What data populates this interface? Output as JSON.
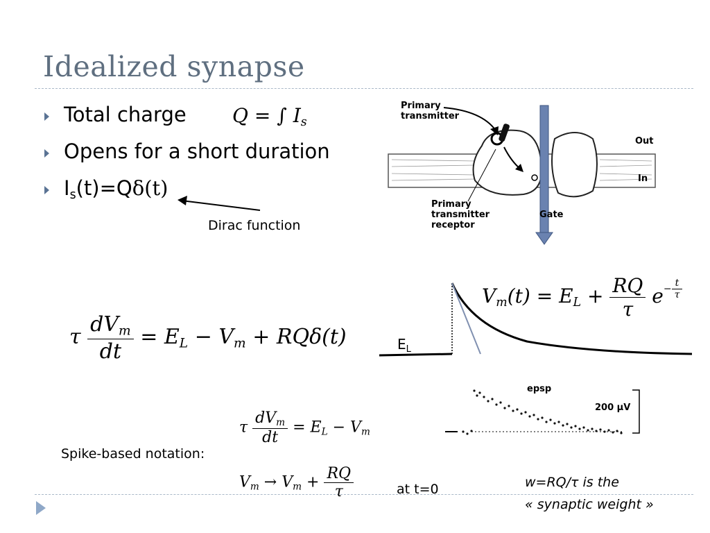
{
  "slide": {
    "title": "Idealized synapse",
    "bullets": [
      {
        "text": "Total charge"
      },
      {
        "text": "Opens for a short duration"
      },
      {
        "text_a": "I",
        "text_sub": "s",
        "text_b": "(t)=Q",
        "delta": "δ(t)"
      }
    ],
    "eq_charge": {
      "lhs": "Q = ∫ I",
      "sub": "s"
    },
    "dirac_label": "Dirac function",
    "diagram_labels": {
      "primary_transmitter": "Primary\ntransmitter",
      "out": "Out",
      "in": "In",
      "receptor": "Primary\ntransmitter\nreceptor",
      "gate": "Gate"
    },
    "main_eq": {
      "tau": "τ",
      "num": "dV",
      "num_sub": "m",
      "den": "dt",
      "rhs_a": "= E",
      "rhs_a_sub": "L",
      "rhs_b": " − V",
      "rhs_b_sub": "m",
      "rhs_c": " + RQδ(t)"
    },
    "solution_eq": {
      "lhs": "V",
      "lhs_sub": "m",
      "lhs_b": "(t) = E",
      "lhs_b_sub": "L",
      "plus": " +",
      "num": "RQ",
      "den": "τ",
      "e": "e",
      "exp_num": "t",
      "exp_den": "τ"
    },
    "el_label": "E",
    "el_sub": "L",
    "epsp_label": "epsp",
    "scale_label": "200 μV",
    "spike_label": "Spike-based notation:",
    "spike_eq1": {
      "tau": "τ",
      "num": "dV",
      "num_sub": "m",
      "den": "dt",
      "rhs": "= E",
      "rhs_sub": "L",
      "rhs_b": " − V",
      "rhs_b_sub": "m"
    },
    "spike_eq2": {
      "a": "V",
      "a_sub": "m",
      "arrow": " → V",
      "b_sub": "m",
      "plus": " +",
      "num": "RQ",
      "den": "τ"
    },
    "at_t0": "at t=0",
    "weight_line1": "w=RQ/τ is the",
    "weight_line2": "« synaptic weight »",
    "colors": {
      "title": "#5f6f80",
      "accent": "#5a7394",
      "arrow": "#6a82b0"
    }
  }
}
